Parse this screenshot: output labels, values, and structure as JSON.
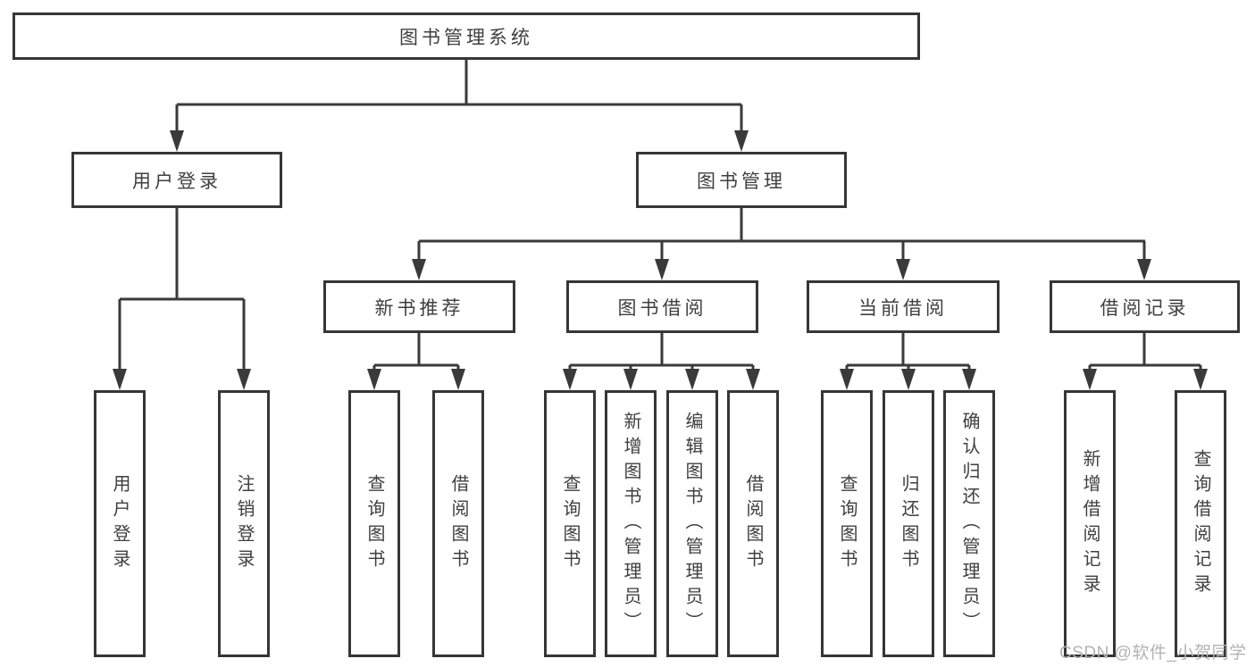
{
  "tree": {
    "label": "图书管理系统",
    "children": [
      {
        "label": "用户登录",
        "children": [
          {
            "label": "用户登录"
          },
          {
            "label": "注销登录"
          }
        ]
      },
      {
        "label": "图书管理",
        "children": [
          {
            "label": "新书推荐",
            "children": [
              {
                "label": "查询图书"
              },
              {
                "label": "借阅图书"
              }
            ]
          },
          {
            "label": "图书借阅",
            "children": [
              {
                "label": "查询图书"
              },
              {
                "label": "新增图书（管理员）"
              },
              {
                "label": "编辑图书（管理员）"
              },
              {
                "label": "借阅图书"
              }
            ]
          },
          {
            "label": "当前借阅",
            "children": [
              {
                "label": "查询图书"
              },
              {
                "label": "归还图书"
              },
              {
                "label": "确认归还（管理员）"
              }
            ]
          },
          {
            "label": "借阅记录",
            "children": [
              {
                "label": "新增借阅记录"
              },
              {
                "label": "查询借阅记录"
              }
            ]
          }
        ]
      }
    ]
  },
  "watermark": "CSDN @软件_小贺同学",
  "colors": {
    "line": "#3a3a3a",
    "box_border": "#363636",
    "text": "#3f3f3f",
    "watermark": "#b3b3b3",
    "background": "#ffffff"
  }
}
